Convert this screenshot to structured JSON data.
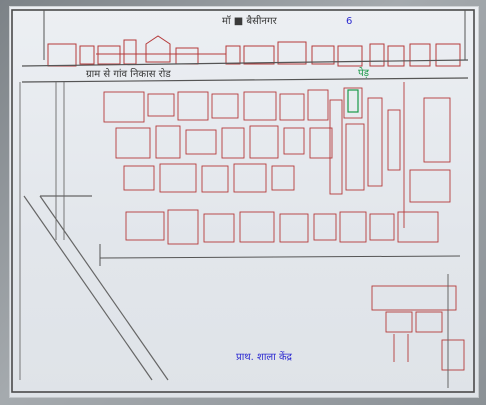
{
  "map": {
    "header_text": "मॉ ■ बैसीनगर",
    "header_note": "6",
    "street_label": "ग्राम से गांव निकास रोड",
    "side_label": "पेड़",
    "bottom_label": "प्राथ. शाला केंद्र",
    "colors": {
      "paper": "#e6e9ee",
      "ink_red": "#b53a3a",
      "ink_dark": "#3a3a3a",
      "ink_blue": "#2d2bd1",
      "ink_green": "#1b9a49"
    }
  }
}
